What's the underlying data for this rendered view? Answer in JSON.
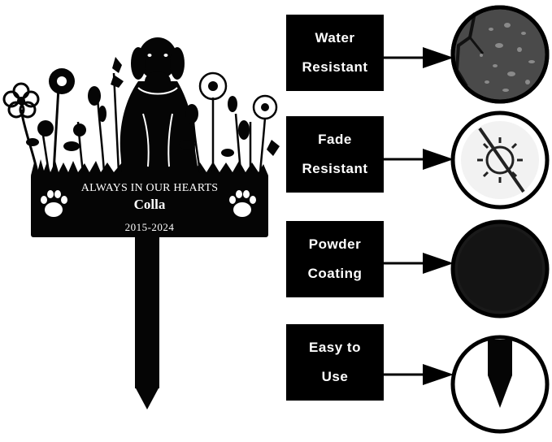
{
  "plaque": {
    "line1": "ALWAYS IN OUR HEARTS",
    "name": "Colla",
    "years": "2015-2024"
  },
  "features": [
    {
      "label": "Water\nResistant",
      "icon": "water-droplets-icon"
    },
    {
      "label": "Fade\nResistant",
      "icon": "no-sun-icon"
    },
    {
      "label": "Powder\nCoating",
      "icon": "texture-icon"
    },
    {
      "label": "Easy to\nUse",
      "icon": "stake-tip-icon"
    }
  ],
  "colors": {
    "plaque": "#050505",
    "label_bg": "#000000",
    "label_text": "#ffffff"
  }
}
